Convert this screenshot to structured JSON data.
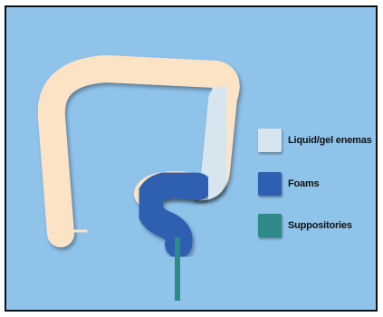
{
  "colors": {
    "background": "#8fc3ea",
    "colon": "#fde3c6",
    "liquid_gel": "#d7e6ee",
    "foams": "#2f5fb1",
    "suppositories": "#2d8a86"
  },
  "legend": {
    "items": [
      {
        "label": "Liquid/gel enemas",
        "color": "#d7e6ee",
        "icon": "swatch-liquid-gel"
      },
      {
        "label": "Foams",
        "color": "#2f5fb1",
        "icon": "swatch-foams"
      },
      {
        "label": "Suppositories",
        "color": "#2d8a86",
        "icon": "swatch-suppositories"
      }
    ]
  }
}
